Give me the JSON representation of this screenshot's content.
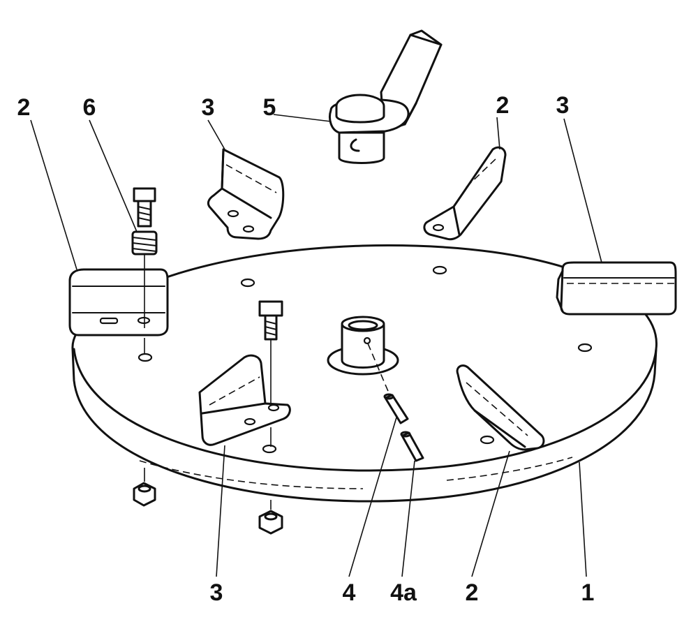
{
  "callouts": {
    "plate": "1",
    "blade_left_top": "2",
    "blade_right_top": "2",
    "blade_front_right": "2",
    "blade_low_left": "3",
    "blade_top_left": "3",
    "blade_far_right": "3",
    "shear_pin": "4",
    "shear_pin_spare": "4a",
    "hub_cap": "5",
    "spring_washer": "6"
  }
}
